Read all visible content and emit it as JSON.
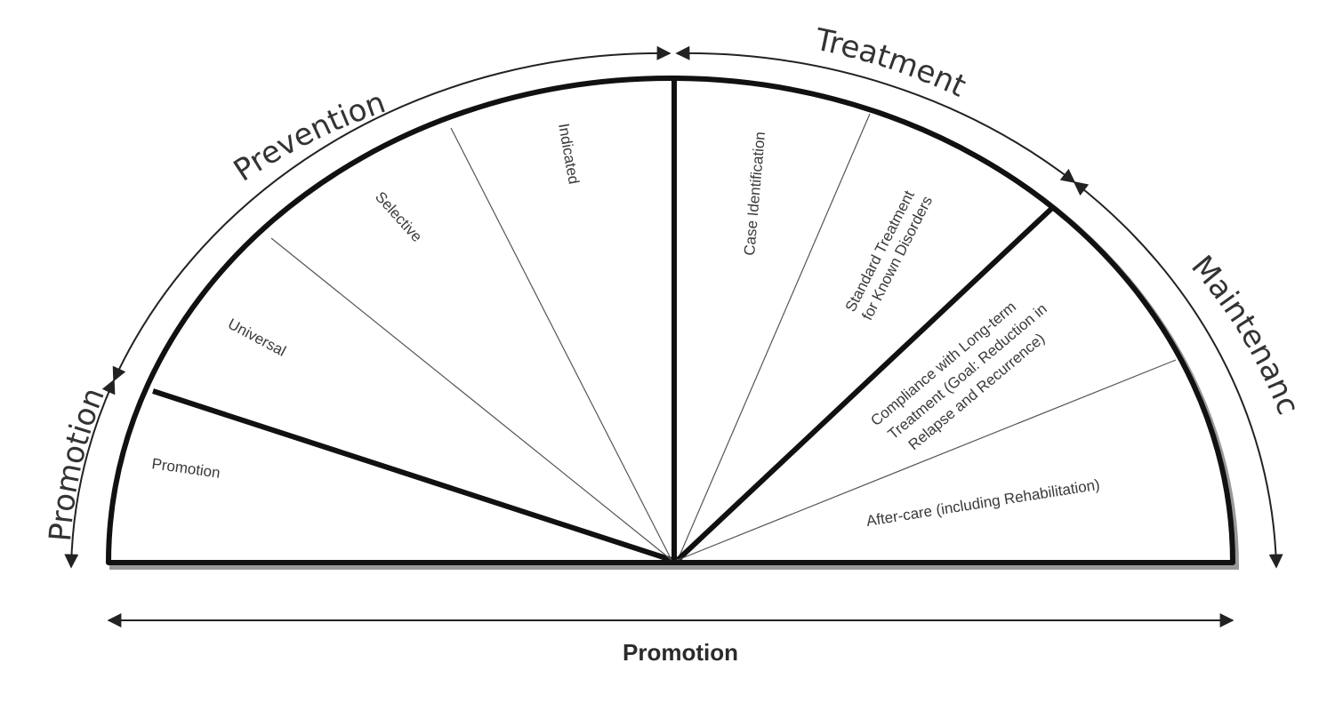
{
  "diagram": {
    "outer_arcs": {
      "promotion": "Promotion",
      "prevention": "Prevention",
      "treatment": "Treatment",
      "maintenance": "Maintenance"
    },
    "segments": {
      "promotion": "Promotion",
      "universal": "Universal",
      "selective": "Selective",
      "indicated": "Indicated",
      "case_identification": "Case Identification",
      "standard_treatment": [
        "Standard Treatment",
        "for Known Disorders"
      ],
      "compliance": [
        "Compliance with Long-term",
        "Treatment (Goal: Reduction in",
        "Relapse and Recurrence)"
      ],
      "after_care": "After-care (including Rehabilitation)"
    },
    "bottom_label": "Promotion"
  }
}
